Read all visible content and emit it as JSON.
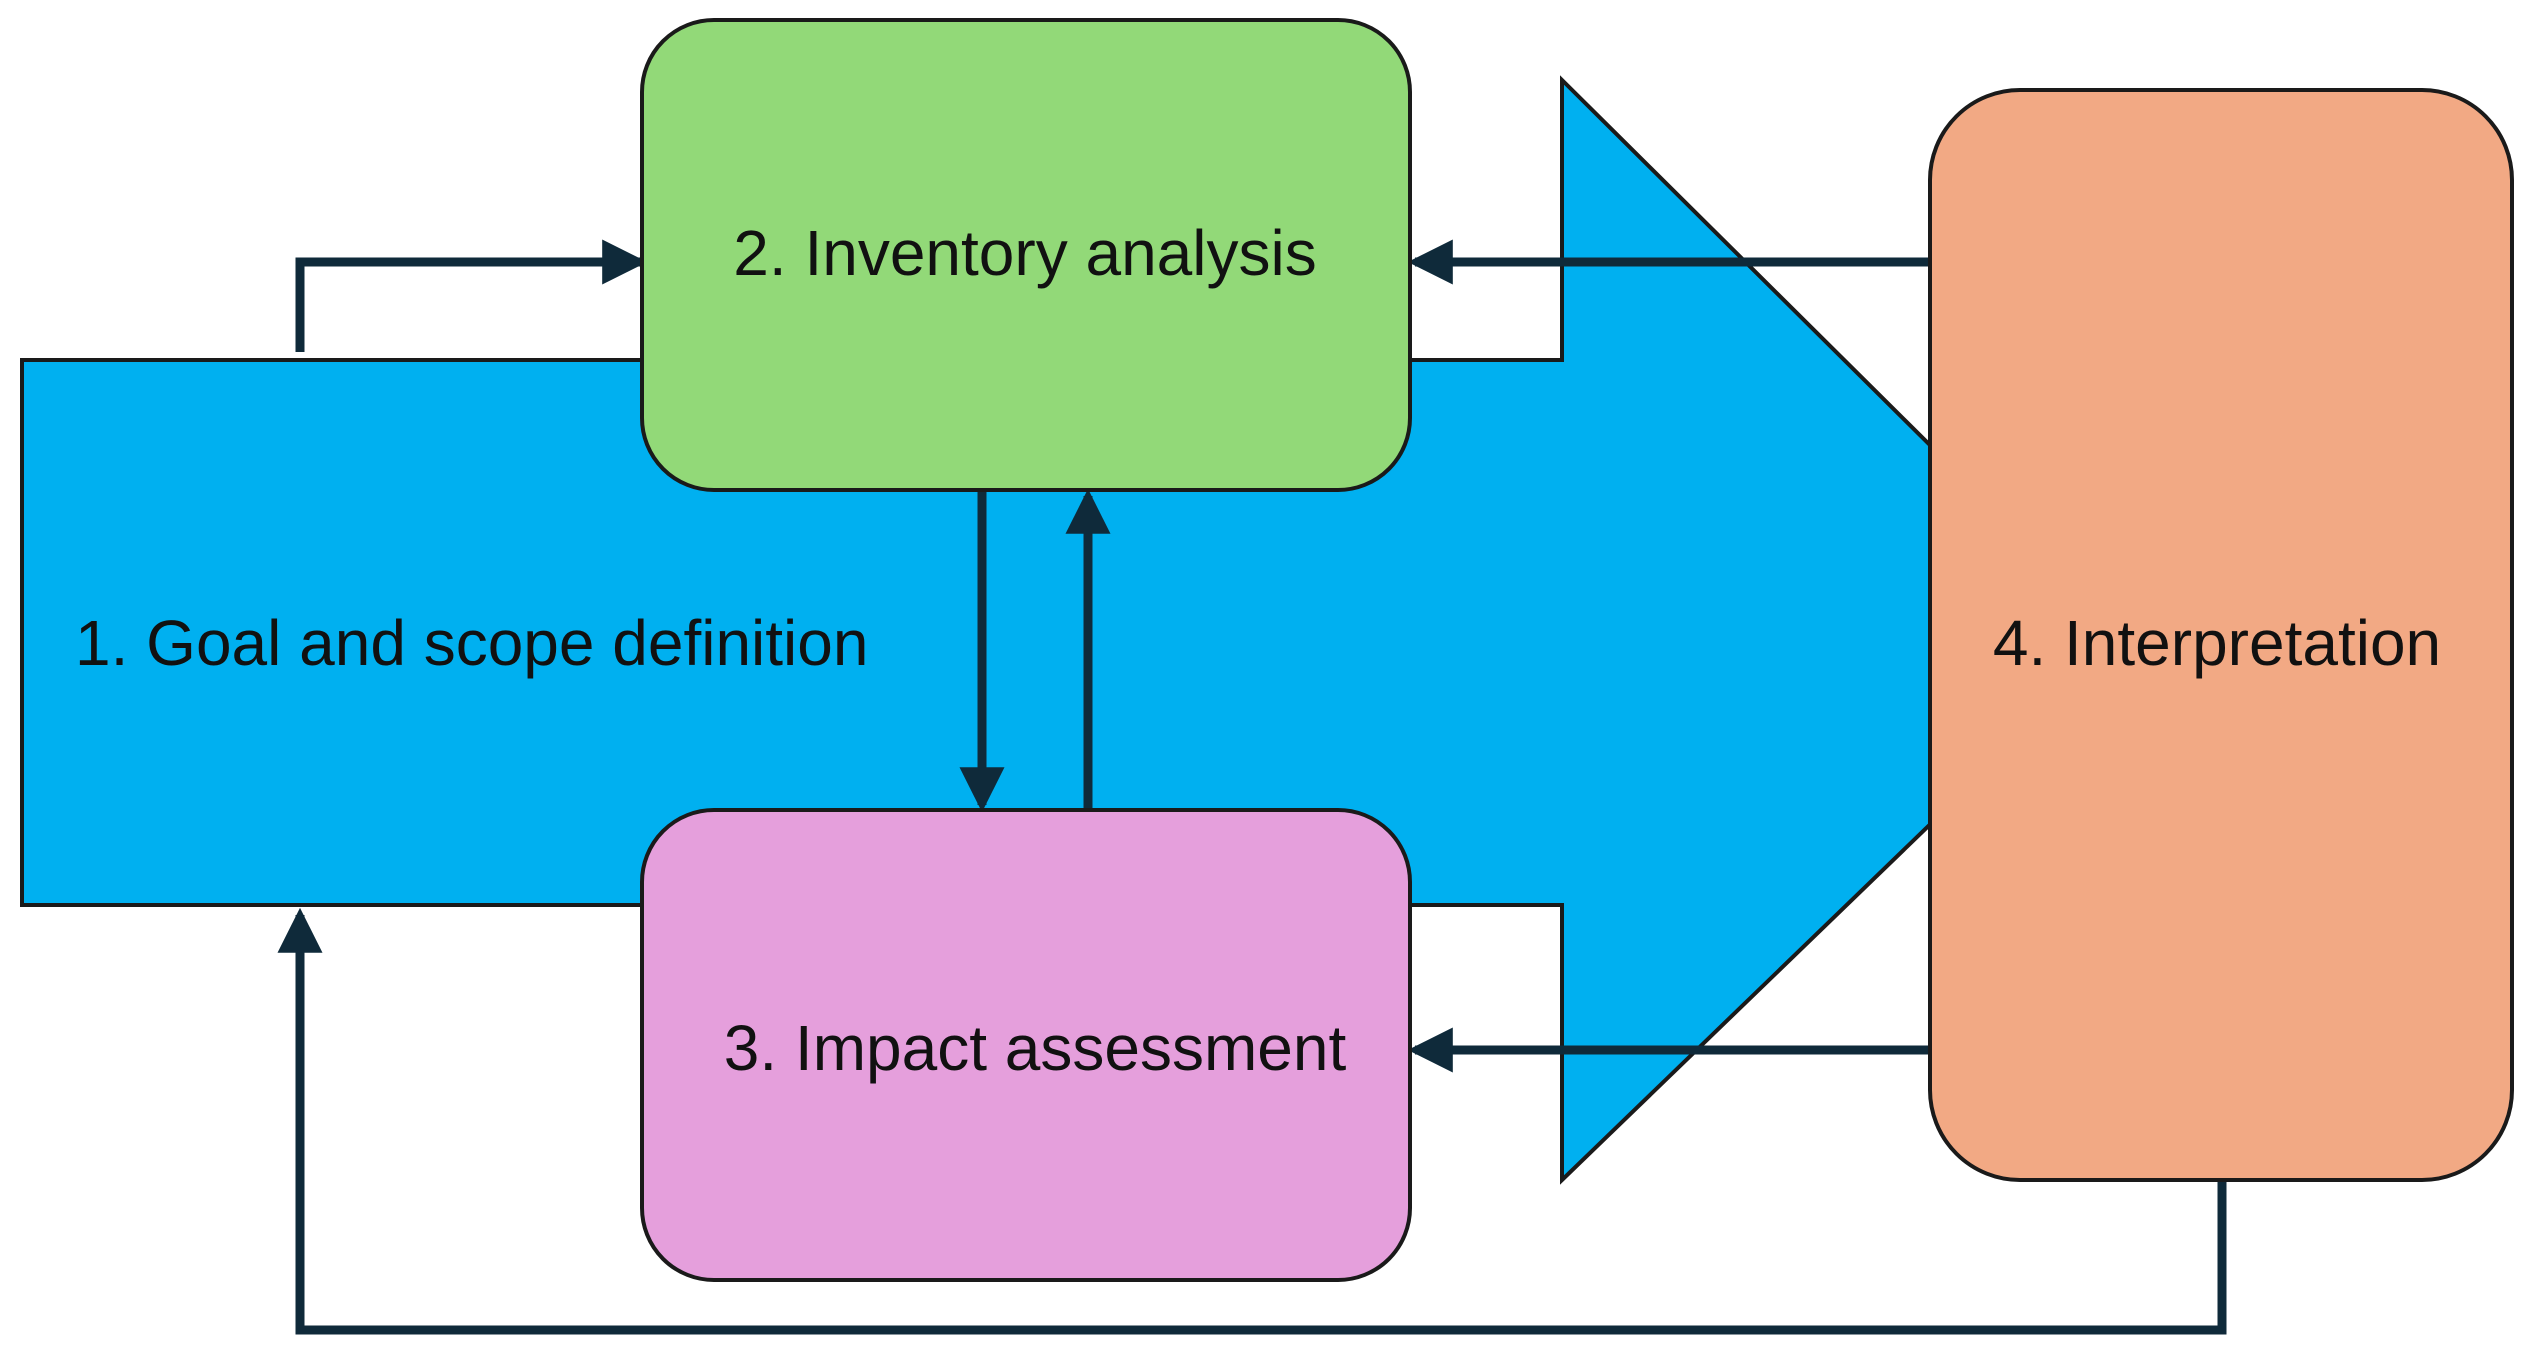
{
  "stages": {
    "goal_scope": {
      "label": "1. Goal and scope definition",
      "color": "#00b0f0"
    },
    "inventory": {
      "label": "2. Inventory analysis",
      "color": "#92d978"
    },
    "impact": {
      "label": "3. Impact assessment",
      "color": "#e59fdc"
    },
    "interpretation": {
      "label": "4. Interpretation",
      "color": "#f2a984"
    }
  },
  "connector_color": "#0f2a3a"
}
